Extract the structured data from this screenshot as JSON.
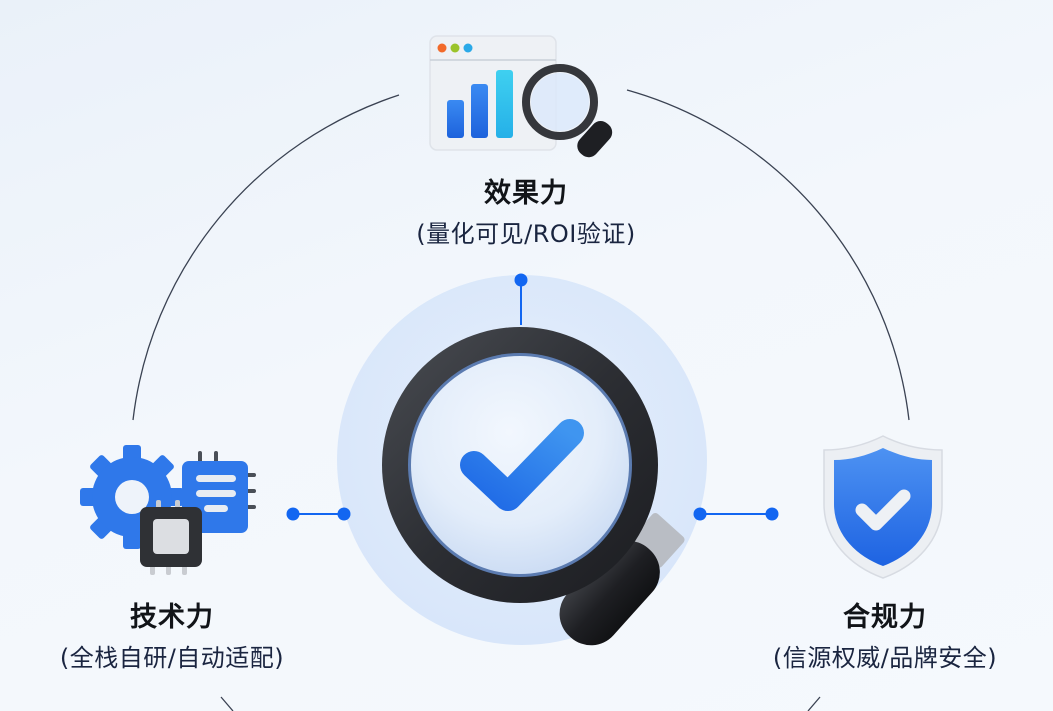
{
  "diagram": {
    "center": {
      "label": "magnifier-check",
      "icon": "magnifying-glass-checkmark-icon"
    },
    "nodes": [
      {
        "id": "effect",
        "position": "top",
        "title": "效果力",
        "subtitle": "(量化可见/ROI验证)",
        "icon": "chart-window-magnifier-icon"
      },
      {
        "id": "tech",
        "position": "left",
        "title": "技术力",
        "subtitle": "(全栈自研/自动适配)",
        "icon": "gear-chip-icon"
      },
      {
        "id": "compliance",
        "position": "right",
        "title": "合规力",
        "subtitle": "(信源权威/品牌安全)",
        "icon": "shield-check-icon"
      }
    ],
    "colors": {
      "accent_blue": "#1266f1",
      "halo": "#dbe8fb",
      "ring_dark": "#2b2d31",
      "arc_line": "#3a4252",
      "title_text": "#111418",
      "subtitle_text": "#1a2540",
      "background": "#f1f6fb"
    }
  }
}
